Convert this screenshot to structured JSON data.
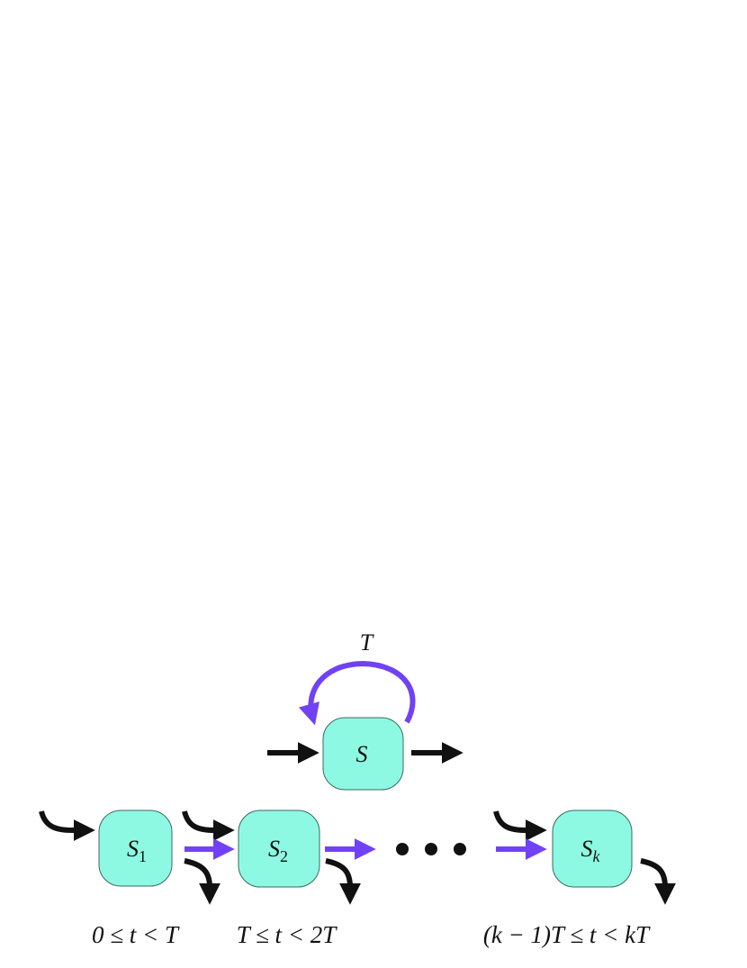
{
  "colors": {
    "background": "#ffffff",
    "state_fill": "#8ef9e2",
    "state_stroke": "#3a6a60",
    "flow_arrow": "#111111",
    "time_arrow": "#7142f5",
    "dots": "#111111"
  },
  "top": {
    "loop_label": "T",
    "state": {
      "name": "S",
      "sub": ""
    }
  },
  "bottom": {
    "states": [
      {
        "name": "S",
        "sub": "1"
      },
      {
        "name": "S",
        "sub": "2"
      },
      {
        "name": "S",
        "sub": "k"
      }
    ],
    "ellipsis": "• • •",
    "intervals": [
      {
        "label": "0 ≤ t < T"
      },
      {
        "label": "T ≤ t < 2T"
      },
      {
        "label": "(k − 1)T ≤ t < kT"
      }
    ]
  }
}
